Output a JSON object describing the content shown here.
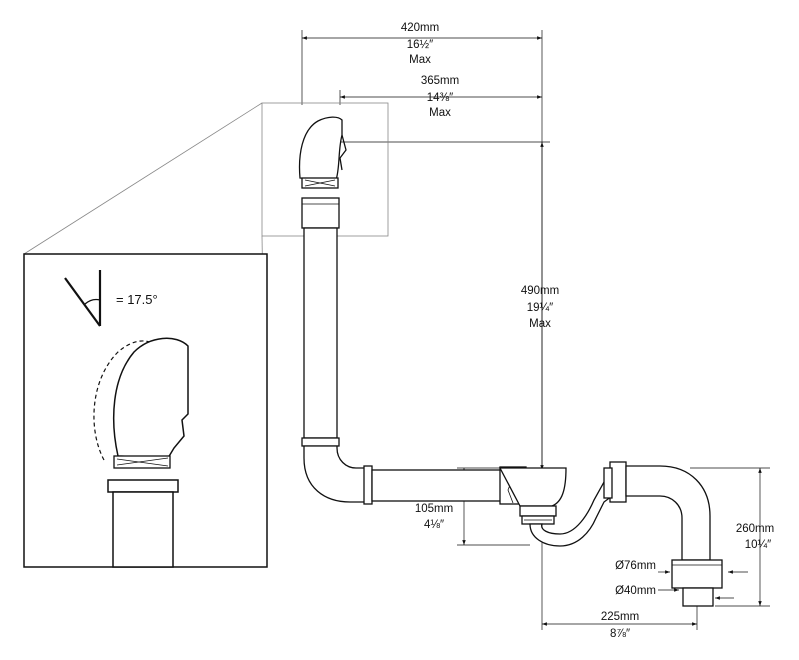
{
  "dimensions": {
    "width_max": {
      "metric": "420mm",
      "imperial": "16½″",
      "note": "Max"
    },
    "offset_max": {
      "metric": "365mm",
      "imperial": "14⅜″",
      "note": "Max"
    },
    "height_max": {
      "metric": "490mm",
      "imperial": "19¼″",
      "note": "Max"
    },
    "drop": {
      "metric": "105mm",
      "imperial": "4⅛″"
    },
    "trap_height": {
      "metric": "260mm",
      "imperial": "10¼″"
    },
    "outlet_od": "Ø76mm",
    "outlet_id": "Ø40mm",
    "trap_offset": {
      "metric": "225mm",
      "imperial": "8⅞″"
    }
  },
  "detail": {
    "angle_label": "= 17.5°"
  }
}
